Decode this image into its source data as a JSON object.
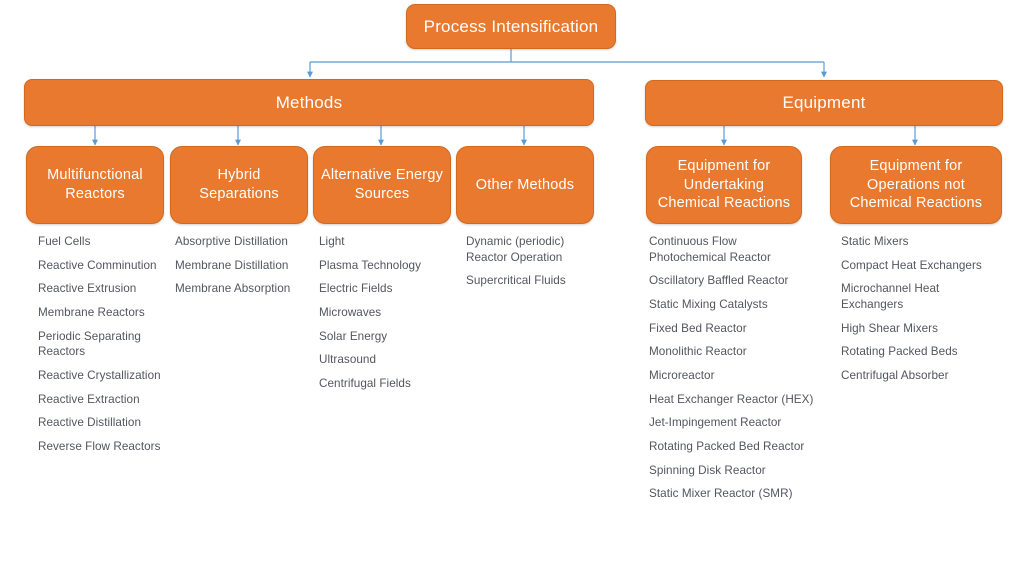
{
  "diagram": {
    "title": "Process Intensification",
    "colors": {
      "node_fill": "#E8792E",
      "node_border": "#D2691C",
      "node_text": "#FFFFFF",
      "leaf_text": "#53565E",
      "connector": "#5B9BD5",
      "background": "#FFFFFF"
    },
    "root": {
      "label": "Process Intensification"
    },
    "branches": [
      {
        "label": "Methods",
        "children": [
          {
            "label": "Multifunctional Reactors",
            "items": [
              "Fuel Cells",
              "Reactive Comminution",
              "Reactive Extrusion",
              "Membrane Reactors",
              "Periodic Separating Reactors",
              "Reactive Crystallization",
              "Reactive Extraction",
              "Reactive Distillation",
              "Reverse Flow Reactors"
            ]
          },
          {
            "label": "Hybrid Separations",
            "items": [
              "Absorptive Distillation",
              "Membrane Distillation",
              "Membrane Absorption"
            ]
          },
          {
            "label": "Alternative Energy Sources",
            "items": [
              "Light",
              "Plasma Technology",
              "Electric Fields",
              "Microwaves",
              "Solar Energy",
              "Ultrasound",
              "Centrifugal Fields"
            ]
          },
          {
            "label": "Other Methods",
            "items": [
              "Dynamic (periodic) Reactor Operation",
              "Supercritical Fluids"
            ]
          }
        ]
      },
      {
        "label": "Equipment",
        "children": [
          {
            "label": "Equipment for Undertaking Chemical Reactions",
            "items": [
              "Continuous Flow Photochemical Reactor",
              "Oscillatory Baffled Reactor",
              "Static Mixing Catalysts",
              "Fixed Bed Reactor",
              "Monolithic Reactor",
              "Microreactor",
              "Heat Exchanger Reactor (HEX)",
              "Jet-Impingement Reactor",
              "Rotating Packed Bed Reactor",
              "Spinning Disk Reactor",
              "Static Mixer Reactor (SMR)"
            ]
          },
          {
            "label": "Equipment for Operations not Chemical Reactions",
            "items": [
              "Static Mixers",
              "Compact Heat Exchangers",
              "Microchannel Heat Exchangers",
              "High Shear Mixers",
              "Rotating Packed Beds",
              "Centrifugal Absorber"
            ]
          }
        ]
      }
    ]
  }
}
